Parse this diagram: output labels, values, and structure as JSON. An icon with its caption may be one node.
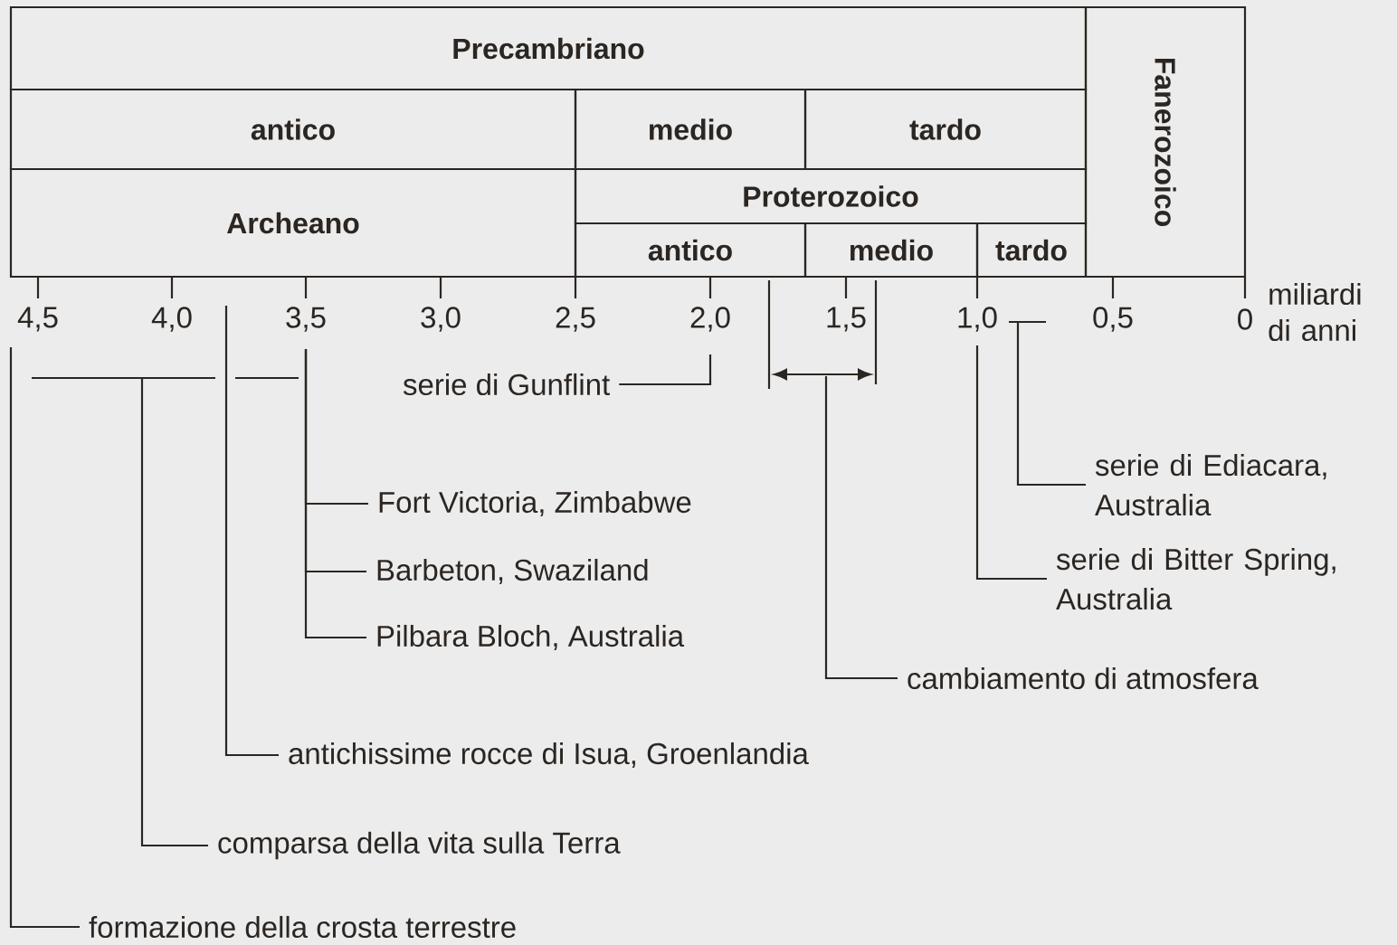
{
  "diagram": {
    "nodes": [
      {
        "text": [
          "Precambriano"
        ]
      },
      {
        "text": [
          "antico"
        ]
      },
      {
        "text": [
          "medio"
        ]
      },
      {
        "text": [
          "tardo"
        ]
      },
      {
        "text": [
          "Archeano"
        ]
      },
      {
        "text": [
          "Proterozoico"
        ]
      },
      {
        "text": [
          "antico"
        ]
      },
      {
        "text": [
          "medio"
        ]
      },
      {
        "text": [
          "tardo"
        ]
      },
      {
        "text": [
          "Fanerozoico"
        ]
      },
      {
        "text": [
          "serie di Gunflint"
        ]
      },
      {
        "text": [
          "serie di Ediacara, Australia"
        ]
      },
      {
        "text": [
          "Fort Victoria, Zimbabwe"
        ]
      },
      {
        "text": [
          "Barbeton, Swaziland"
        ]
      },
      {
        "text": [
          "serie di Bitter Spring, Australia"
        ]
      },
      {
        "text": [
          "Pilbara Bloch, Australia"
        ]
      },
      {
        "text": [
          "cambiamento di atmosfera"
        ]
      },
      {
        "text": [
          "antichissime rocce di Isua, Groenlandia"
        ]
      },
      {
        "text": [
          "comparsa della vita sulla Terra"
        ]
      },
      {
        "text": [
          "formazione della crosta terrestre"
        ]
      }
    ],
    "edges": [
      {
        "from": 10,
        "to": null,
        "arrow": "none"
      },
      {
        "from": 11,
        "to": null,
        "arrow": "none"
      },
      {
        "from": 12,
        "to": null,
        "arrow": "none"
      },
      {
        "from": 13,
        "to": null,
        "arrow": "none"
      },
      {
        "from": 14,
        "to": null,
        "arrow": "none"
      },
      {
        "from": 15,
        "to": null,
        "arrow": "none"
      },
      {
        "from": 16,
        "to": null,
        "arrow": "none"
      },
      {
        "from": 17,
        "to": null,
        "arrow": "none"
      },
      {
        "from": 18,
        "to": null,
        "arrow": "none"
      },
      {
        "from": 19,
        "to": null,
        "arrow": "none"
      }
    ],
    "labels": [
      "4,5",
      "4,0",
      "3,5",
      "3,0",
      "2,5",
      "2,0",
      "1,5",
      "1,0",
      "0,5",
      "0",
      "miliardi di anni"
    ]
  }
}
